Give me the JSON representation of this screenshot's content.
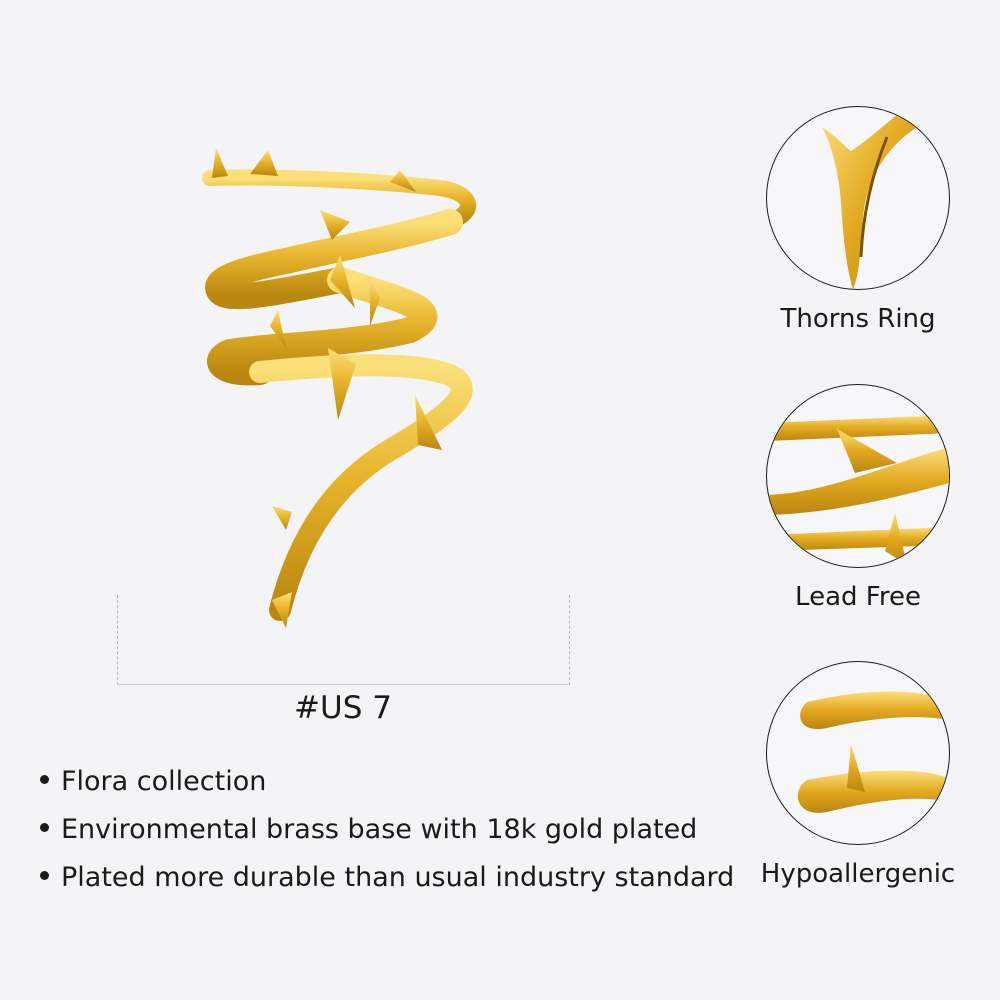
{
  "product": {
    "size_label": "#US 7",
    "colors": {
      "gold": "#e8b52c",
      "gold_dark": "#b9860f",
      "gold_light": "#fbe07a",
      "background": "#f4f4f6"
    }
  },
  "features": [
    "Flora collection",
    "Environmental brass base with 18k gold plated",
    "Plated more durable than usual industry standard"
  ],
  "details": [
    {
      "label": "Thorns Ring"
    },
    {
      "label": "Lead Free"
    },
    {
      "label": "Hypoallergenic"
    }
  ]
}
